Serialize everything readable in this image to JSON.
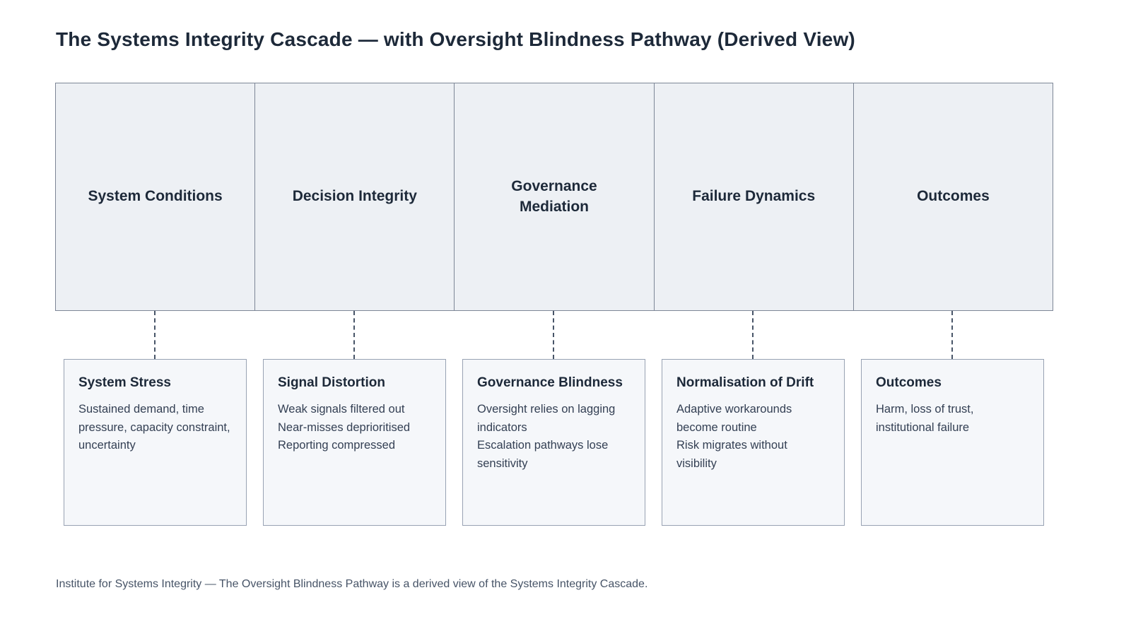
{
  "title": "The Systems Integrity Cascade — with Oversight Blindness Pathway (Derived View)",
  "columns": [
    {
      "label": "System Conditions"
    },
    {
      "label": "Decision Integrity"
    },
    {
      "label": "Governance Mediation"
    },
    {
      "label": "Failure Dynamics"
    },
    {
      "label": "Outcomes"
    }
  ],
  "cards": [
    {
      "title": "System Stress",
      "items": [
        "Sustained demand, time pressure, capacity constraint, uncertainty"
      ]
    },
    {
      "title": "Signal Distortion",
      "items": [
        "Weak signals filtered out",
        "Near-misses deprioritised",
        "Reporting compressed"
      ]
    },
    {
      "title": "Governance Blindness",
      "items": [
        "Oversight relies on lagging indicators",
        "Escalation pathways lose sensitivity"
      ]
    },
    {
      "title": "Normalisation of Drift",
      "items": [
        "Adaptive workarounds become routine",
        "Risk migrates without visibility"
      ]
    },
    {
      "title": "Outcomes",
      "items": [
        "Harm, loss of trust, institutional failure"
      ]
    }
  ],
  "footer": "Institute for Systems Integrity — The Oversight Blindness Pathway is a derived view of the Systems Integrity Cascade.",
  "colors": {
    "stage_fill": "#edf0f4",
    "stage_border": "#7d8696",
    "card_fill": "#f5f7fa",
    "card_border": "#98a2b3",
    "heading_text": "#1d2939",
    "body_text": "#344054",
    "connector": "#475467"
  }
}
